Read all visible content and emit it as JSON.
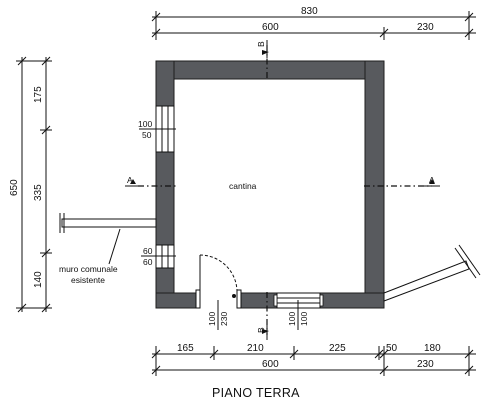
{
  "plan": {
    "title": "PIANO TERRA",
    "room_label": "cantina",
    "wall_note": [
      "muro comunale",
      "esistente"
    ],
    "section_a": "A",
    "section_b": "B"
  },
  "dimensions": {
    "top_total": "830",
    "top_parts": [
      "600",
      "230"
    ],
    "left_total": "650",
    "left_parts": [
      "175",
      "335",
      "140"
    ],
    "bottom_parts": [
      "165",
      "210",
      "225",
      "50",
      "180"
    ],
    "bottom_totals": [
      "600",
      "230"
    ],
    "window_left_top": [
      "100",
      "50"
    ],
    "window_left_bottom": [
      "60",
      "60"
    ],
    "door_bottom": [
      "100",
      "230"
    ],
    "window_bottom": [
      "100",
      "100"
    ]
  },
  "colors": {
    "wall_fill": "#585a5e",
    "lines": "#111111",
    "background": "#ffffff"
  }
}
